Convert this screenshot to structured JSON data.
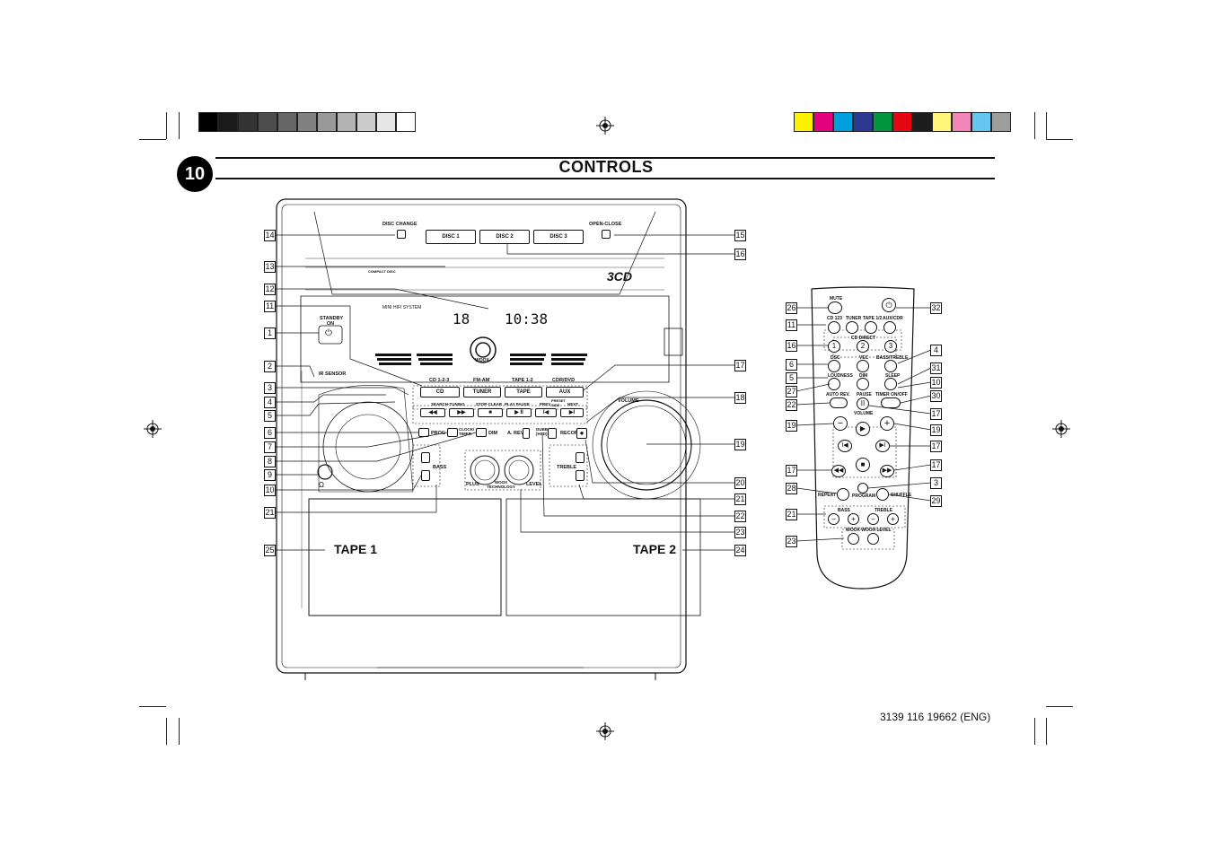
{
  "page": {
    "number": "10",
    "heading": "CONTROLS",
    "footer": "3139 116 19662 (ENG)"
  },
  "colors": {
    "gray_swatches": [
      "#000000",
      "#1a1a1a",
      "#333333",
      "#4d4d4d",
      "#666666",
      "#808080",
      "#999999",
      "#b3b3b3",
      "#cccccc",
      "#e6e6e6",
      "#ffffff"
    ],
    "color_swatches": [
      "#ffef00",
      "#e5007d",
      "#00a0e0",
      "#2b3990",
      "#009640",
      "#e30613",
      "#1d1d1b",
      "#fff57a",
      "#f287b7",
      "#67c6ef",
      "#9d9d9c"
    ]
  },
  "unit": {
    "disc_change": "DISC CHANGE",
    "open_close": "OPEN-CLOSE",
    "disc_buttons": [
      "DISC 1",
      "DISC 2",
      "DISC 3"
    ],
    "logo": "3CD",
    "cd_logo": "COMPACT DISC",
    "mini_hifi": "MINI HIFI SYSTEM",
    "display_track": "18",
    "display_time": "10:38",
    "standby_label": "STANDBY ON",
    "ir_sensor": "IR SENSOR",
    "wooox": "WOOX",
    "source_labels": [
      "CD 1-2-3",
      "FM-AM",
      "TAPE 1-2",
      "CDR/DVD"
    ],
    "source_buttons": [
      "CD",
      "TUNER",
      "TAPE",
      "AUX"
    ],
    "transport_labels": [
      "SEARCH·TUNING",
      "STOP·CLEAR",
      "PLAY PAUSE",
      "PREV",
      "PRESET SIDE",
      "NEXT"
    ],
    "transport_buttons": [
      "◀◀",
      "▶▶",
      "■",
      "▶ II",
      "I◀",
      "▶I"
    ],
    "volume": "VOLUME",
    "prog": "PROG",
    "clock_timer": "CLOCK/ TIMER",
    "dim": "DIM",
    "a_rev": "A. REV",
    "dubb": "DUBB (HSD)",
    "record": "RECORD",
    "bass": "BASS",
    "treble": "TREBLE",
    "plus": "PLUS",
    "wooox_technology": "WOOX TECHNOLOGY",
    "level": "LEVEL",
    "tape1": "TAPE 1",
    "tape2": "TAPE 2",
    "headphone": "Ω"
  },
  "remote": {
    "mute": "MUTE",
    "row1": [
      "CD 123",
      "TUNER",
      "TAPE 1/2",
      "AUX/CDR"
    ],
    "cd_direct": "CD DIRECT",
    "cd_direct_nums": [
      "1",
      "2",
      "3"
    ],
    "row2": [
      "DSC",
      "VEC",
      "BASS/TREBLE"
    ],
    "row3": [
      "LOUDNESS",
      "DIM",
      "SLEEP"
    ],
    "row4": [
      "AUTO REV.",
      "PAUSE",
      "TIMER ON/OFF"
    ],
    "volume": "VOLUME",
    "minus": "−",
    "plus": "+",
    "play": "▶",
    "prev": "I◀",
    "next": "▶I",
    "stop": "■",
    "rew": "◀◀",
    "ffw": "▶▶",
    "repeat": "REPEAT",
    "program": "PROGRAM",
    "shuffle": "SHUFFLE",
    "bass": "BASS",
    "treble": "TREBLE",
    "wooox_level": "WOOX  WOOX LEVEL"
  },
  "callouts_left": [
    "14",
    "13",
    "12",
    "11",
    "1",
    "2",
    "3",
    "4",
    "5",
    "6",
    "7",
    "8",
    "9",
    "10",
    "21",
    "25"
  ],
  "callouts_right": [
    "15",
    "16",
    "17",
    "18",
    "19",
    "20",
    "21",
    "22",
    "23",
    "24"
  ],
  "remote_callouts_left": [
    "26",
    "11",
    "16",
    "6",
    "5",
    "27",
    "22",
    "19",
    "17",
    "28",
    "21",
    "23"
  ],
  "remote_callouts_right": [
    "32",
    "4",
    "31",
    "10",
    "30",
    "17",
    "19",
    "17",
    "17",
    "3",
    "29"
  ]
}
